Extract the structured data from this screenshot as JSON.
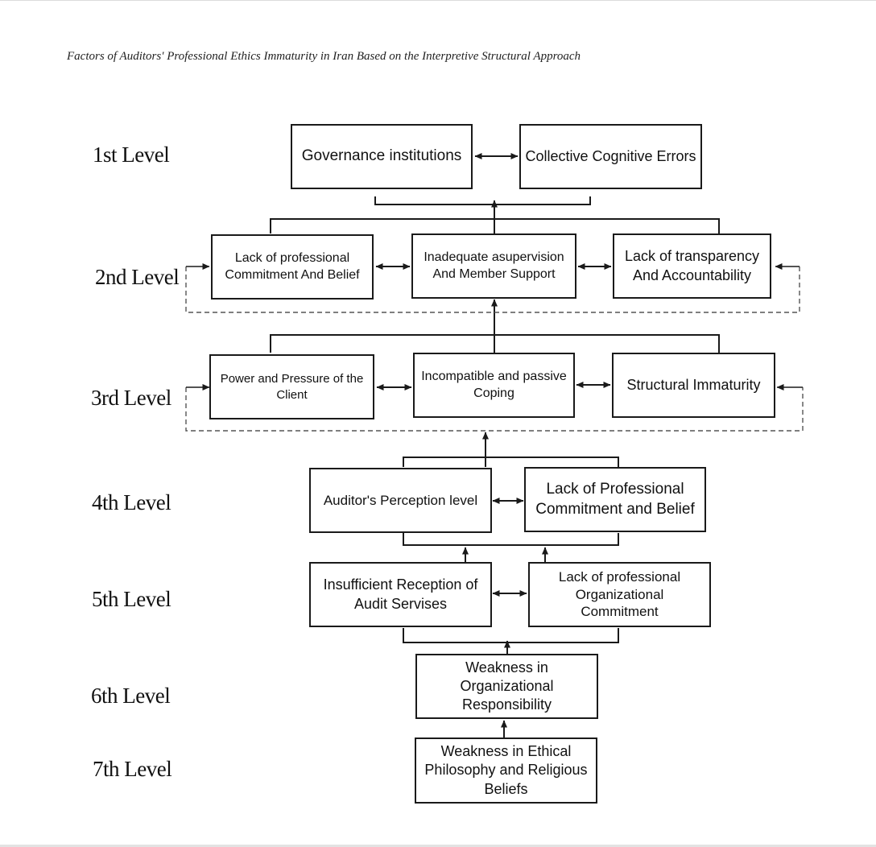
{
  "title": "Factors of Auditors' Professional Ethics Immaturity in Iran Based on the Interpretive Structural Approach",
  "levels": [
    "1st Level",
    "2nd Level",
    "3rd Level",
    "4th Level",
    "5th Level",
    "6th Level",
    "7th Level"
  ],
  "nodes": {
    "governance": "Governance institutions",
    "cognitive_errors": "Collective Cognitive Errors",
    "lack_commitment_l2": "Lack of professional Commitment And Belief",
    "inadequate_supervision": "Inadequate asupervision And Member Support",
    "lack_transparency": "Lack of transparency And Accountability",
    "power_pressure": "Power and Pressure of the Client",
    "incompatible_coping": "Incompatible and passive Coping",
    "structural_immaturity": "Structural Immaturity",
    "perception_level": "Auditor's Perception level",
    "lack_commitment_l4": "Lack of Professional Commitment and Belief",
    "insufficient_reception": "Insufficient Reception of Audit Servises",
    "lack_org_commitment": "Lack of professional Organizational Commitment",
    "weak_org_responsibility": "Weakness in Organizational Responsibility",
    "weak_ethical_philosophy": "Weakness in Ethical Philosophy and Religious Beliefs"
  },
  "colors": {
    "line": "#1a1a1a",
    "dashed": "#555555",
    "background": "#ffffff"
  }
}
